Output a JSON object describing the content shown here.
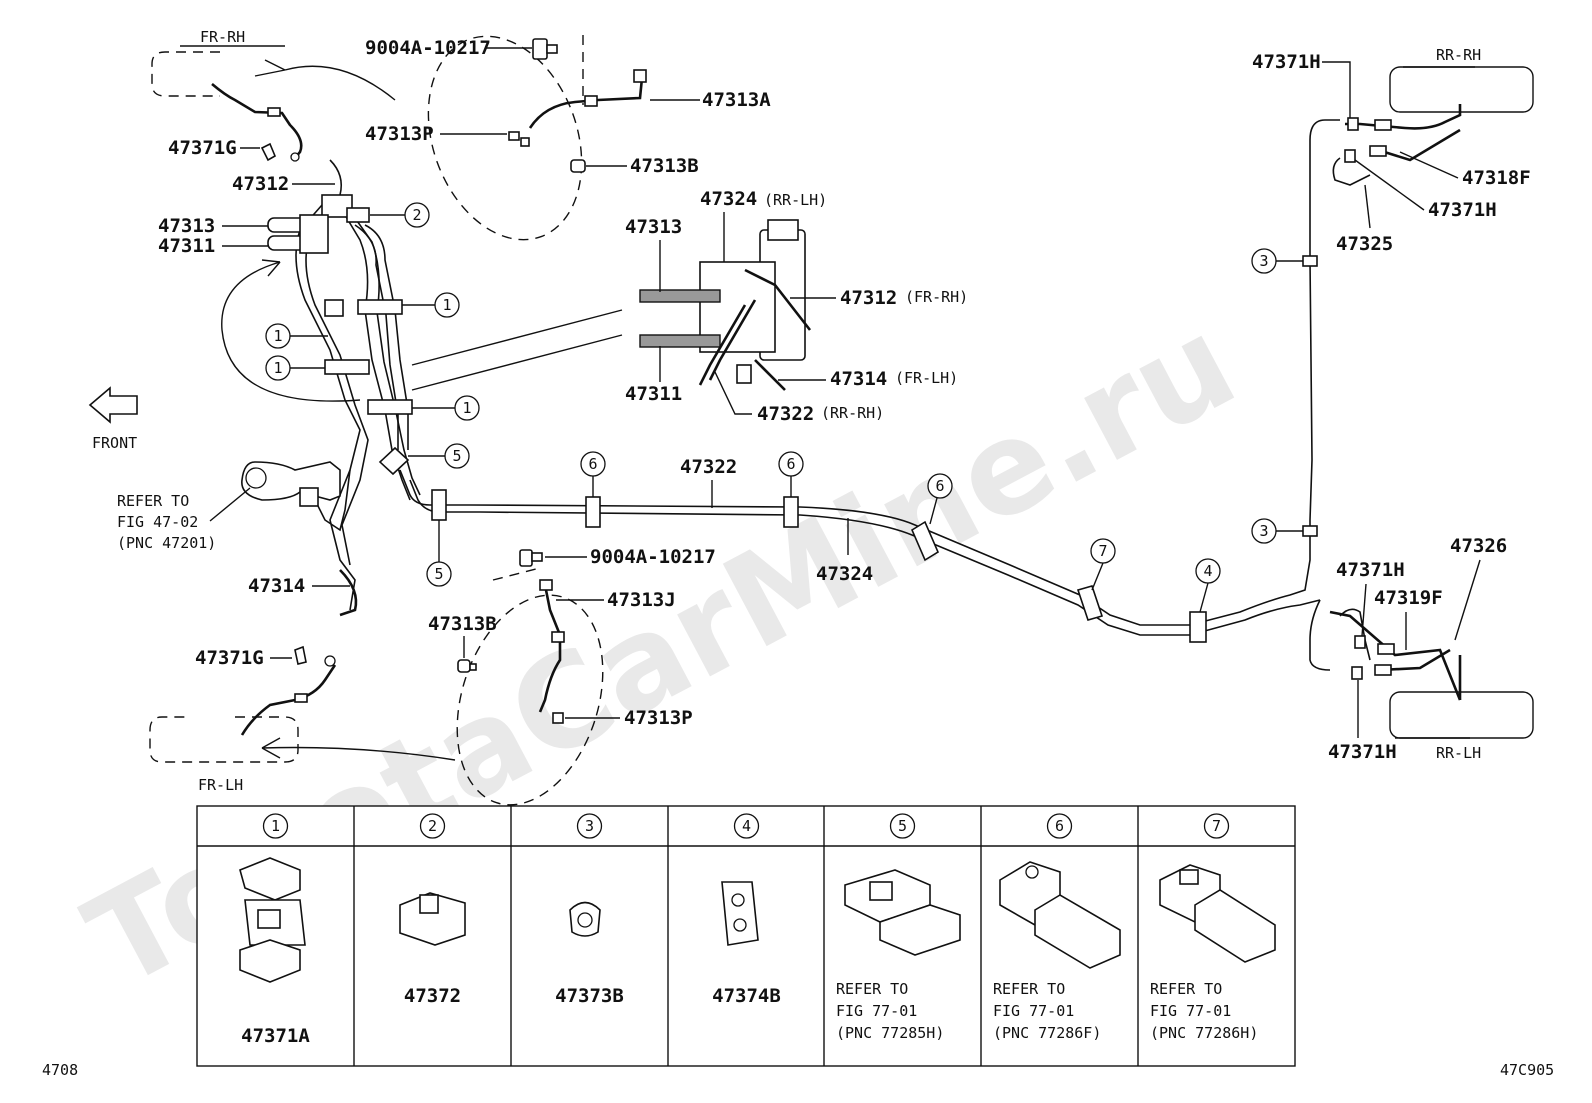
{
  "labels": {
    "fr_rh": "FR-RH",
    "fr_lh": "FR-LH",
    "rr_rh": "RR-RH",
    "rr_lh": "RR-LH",
    "front": "FRONT",
    "p_9004a_top": "9004A-10217",
    "p_9004a_mid": "9004A-10217",
    "p_47313a": "47313A",
    "p_47313p_top": "47313P",
    "p_47313b_top": "47313B",
    "p_47371g_top": "47371G",
    "p_47312": "47312",
    "p_47313": "47313",
    "p_47311": "47311",
    "p_47313_detail": "47313",
    "p_47311_detail": "47311",
    "p_47324_detail": "47324",
    "s_rr_lh": "(RR-LH)",
    "p_47312_detail": "47312",
    "s_fr_rh": "(FR-RH)",
    "p_47314_detail": "47314",
    "s_fr_lh": "(FR-LH)",
    "p_47322_detail": "47322",
    "s_rr_rh": "(RR-RH)",
    "p_47322": "47322",
    "p_47324": "47324",
    "p_47314": "47314",
    "refer_1": "REFER TO",
    "refer_2": "FIG 47-02",
    "refer_3": "(PNC 47201)",
    "p_47313j": "47313J",
    "p_47313b_bot": "47313B",
    "p_47313p_bot": "47313P",
    "p_47371g_bot": "47371G",
    "p_47371h_tr": "47371H",
    "p_47318f": "47318F",
    "p_47371h_tr2": "47371H",
    "p_47325": "47325",
    "p_47326": "47326",
    "p_47371h_mr": "47371H",
    "p_47319f": "47319F",
    "p_47371h_br": "47371H",
    "footer_left": "4708",
    "footer_right": "47C905",
    "watermark": "ToyotaCarMine.ru"
  },
  "callout_numbers": [
    "1",
    "2",
    "3",
    "4",
    "5",
    "6",
    "7"
  ],
  "legend": [
    {
      "num": "1",
      "lines": [
        "47371A"
      ]
    },
    {
      "num": "2",
      "lines": [
        "47372"
      ]
    },
    {
      "num": "3",
      "lines": [
        "47373B"
      ]
    },
    {
      "num": "4",
      "lines": [
        "47374B"
      ]
    },
    {
      "num": "5",
      "lines": [
        "REFER TO",
        "FIG 77-01",
        "(PNC 77285H)"
      ]
    },
    {
      "num": "6",
      "lines": [
        "REFER TO",
        "FIG 77-01",
        "(PNC 77286F)"
      ]
    },
    {
      "num": "7",
      "lines": [
        "REFER TO",
        "FIG 77-01",
        "(PNC 77286H)"
      ]
    }
  ]
}
